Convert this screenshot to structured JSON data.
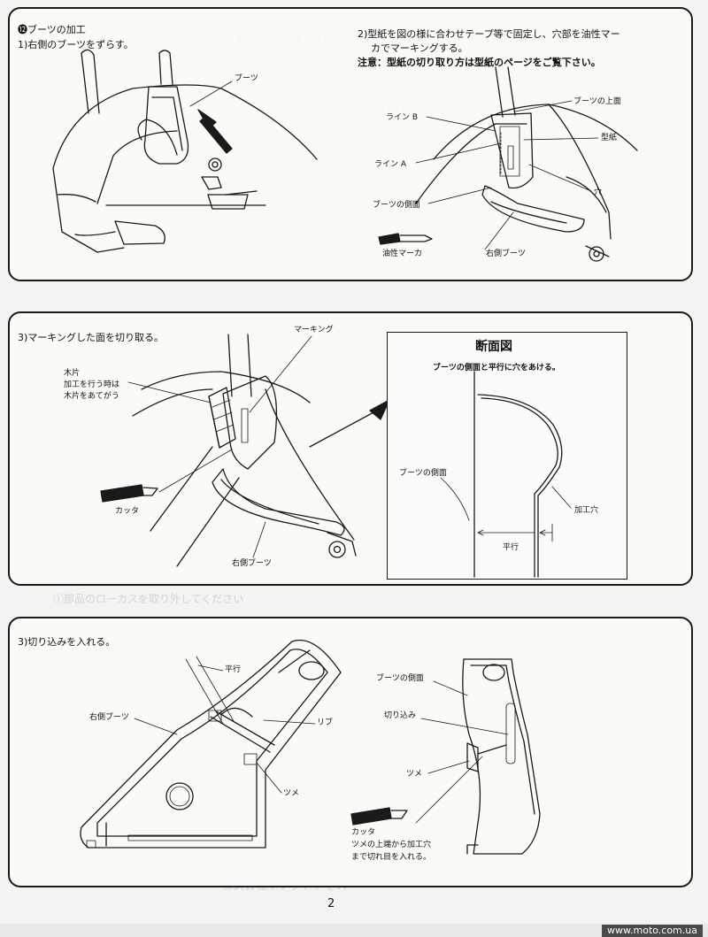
{
  "section1": {
    "marker": "⓬",
    "heading": "ブーツの加工",
    "step": "1)右側のブーツをずらす。",
    "boot_label": "ブーツ"
  },
  "section2": {
    "instruction_line1": "2)型紙を図の様に合わせテープ等で固定し、穴部を油性マー",
    "instruction_line2": "カでマーキングする。",
    "note": "注意：型紙の切り取り方は型紙のページをご覧下さい。",
    "labels": {
      "boot_top": "ブーツの上面",
      "line_b": "ライン B",
      "template": "型紙",
      "line_a": "ライン A",
      "hole": "穴",
      "boot_side": "ブーツの側面",
      "marker_pen": "油性マーカ",
      "right_boot": "右側ブーツ"
    }
  },
  "section3": {
    "instruction": "3)マーキングした面を切り取る。",
    "labels": {
      "marking": "マーキング",
      "wood1": "木片",
      "wood2": "加工を行う時は",
      "wood3": "木片をあてがう",
      "cutter": "カッタ",
      "right_boot": "右側ブーツ"
    },
    "section_view": {
      "title": "断面図",
      "subtitle": "ブーツの側面と平行に穴をあける。",
      "boot_side": "ブーツの側面",
      "machined_hole": "加工穴",
      "parallel": "平行"
    }
  },
  "section4": {
    "instruction": "3)切り込みを入れる。",
    "labels": {
      "parallel": "平行",
      "right_boot": "右側ブーツ",
      "rib": "リブ",
      "tab": "ツメ",
      "boot_side": "ブーツの側面",
      "notch": "切り込み",
      "tab2": "ツメ",
      "cutter": "カッタ",
      "cut_note1": "ツメの上端から加工穴",
      "cut_note2": "まで切れ目を入れる。"
    }
  },
  "page_number": "2",
  "watermark": "www.moto.com.ua"
}
